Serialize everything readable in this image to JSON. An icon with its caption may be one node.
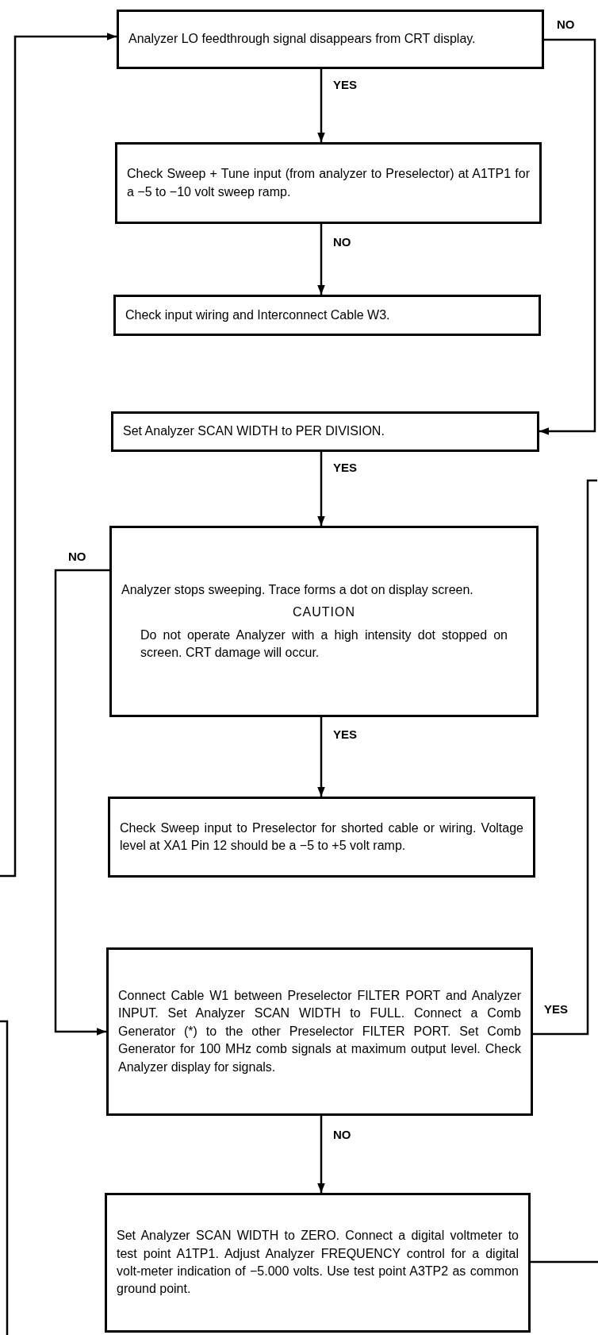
{
  "diagram": {
    "nodes": [
      {
        "text": [
          "Analyzer LO feedthrough signal disappears from CRT display."
        ]
      },
      {
        "text": [
          "Check Sweep + Tune input (from analyzer to Preselector) at A1TP1 for a −5 to −10 volt sweep ramp."
        ]
      },
      {
        "text": [
          "Check input wiring and Interconnect Cable W3."
        ]
      },
      {
        "text": [
          "Set Analyzer SCAN WIDTH to PER DIVISION."
        ]
      },
      {
        "text": [
          "Analyzer stops sweeping. Trace forms a dot on display screen.",
          "CAUTION",
          "Do not operate Analyzer with a high intensity dot stopped on screen. CRT damage will occur."
        ]
      },
      {
        "text": [
          "Check Sweep input to Preselector for shorted cable or wiring. Voltage level at XA1 Pin 12 should be a −5 to +5 volt ramp."
        ]
      },
      {
        "text": [
          "Connect Cable W1 between Preselector FILTER PORT and Analyzer INPUT. Set Analyzer SCAN WIDTH to FULL. Connect a Comb Generator (*) to the other Preselector FILTER PORT. Set Comb Generator for 100 MHz comb signals at maximum output level. Check Analyzer display for signals."
        ]
      },
      {
        "text": [
          "Set Analyzer SCAN WIDTH to ZERO. Connect a digital voltmeter to test point A1TP1. Adjust Analyzer FREQUENCY control for a digital volt-meter indication of −5.000 volts. Use test point A3TP2 as common ground point."
        ]
      }
    ],
    "edges": [
      {
        "from": null,
        "to": 0,
        "arrow": "to"
      },
      {
        "from": 0,
        "to": 1,
        "arrow": "to",
        "label": "YES"
      },
      {
        "from": 1,
        "to": 2,
        "arrow": "to",
        "label": "NO"
      },
      {
        "from": 0,
        "to": 3,
        "arrow": "to",
        "label": "NO"
      },
      {
        "from": 3,
        "to": 4,
        "arrow": "to",
        "label": "YES"
      },
      {
        "from": 4,
        "to": 5,
        "arrow": "to",
        "label": "YES"
      },
      {
        "from": 4,
        "to": 6,
        "arrow": "to",
        "label": "NO"
      },
      {
        "from": 6,
        "to": 7,
        "arrow": "to",
        "label": "NO"
      },
      {
        "from": 6,
        "to": null,
        "arrow": "none",
        "label": "YES"
      },
      {
        "from": 7,
        "to": null,
        "arrow": "none"
      }
    ]
  }
}
